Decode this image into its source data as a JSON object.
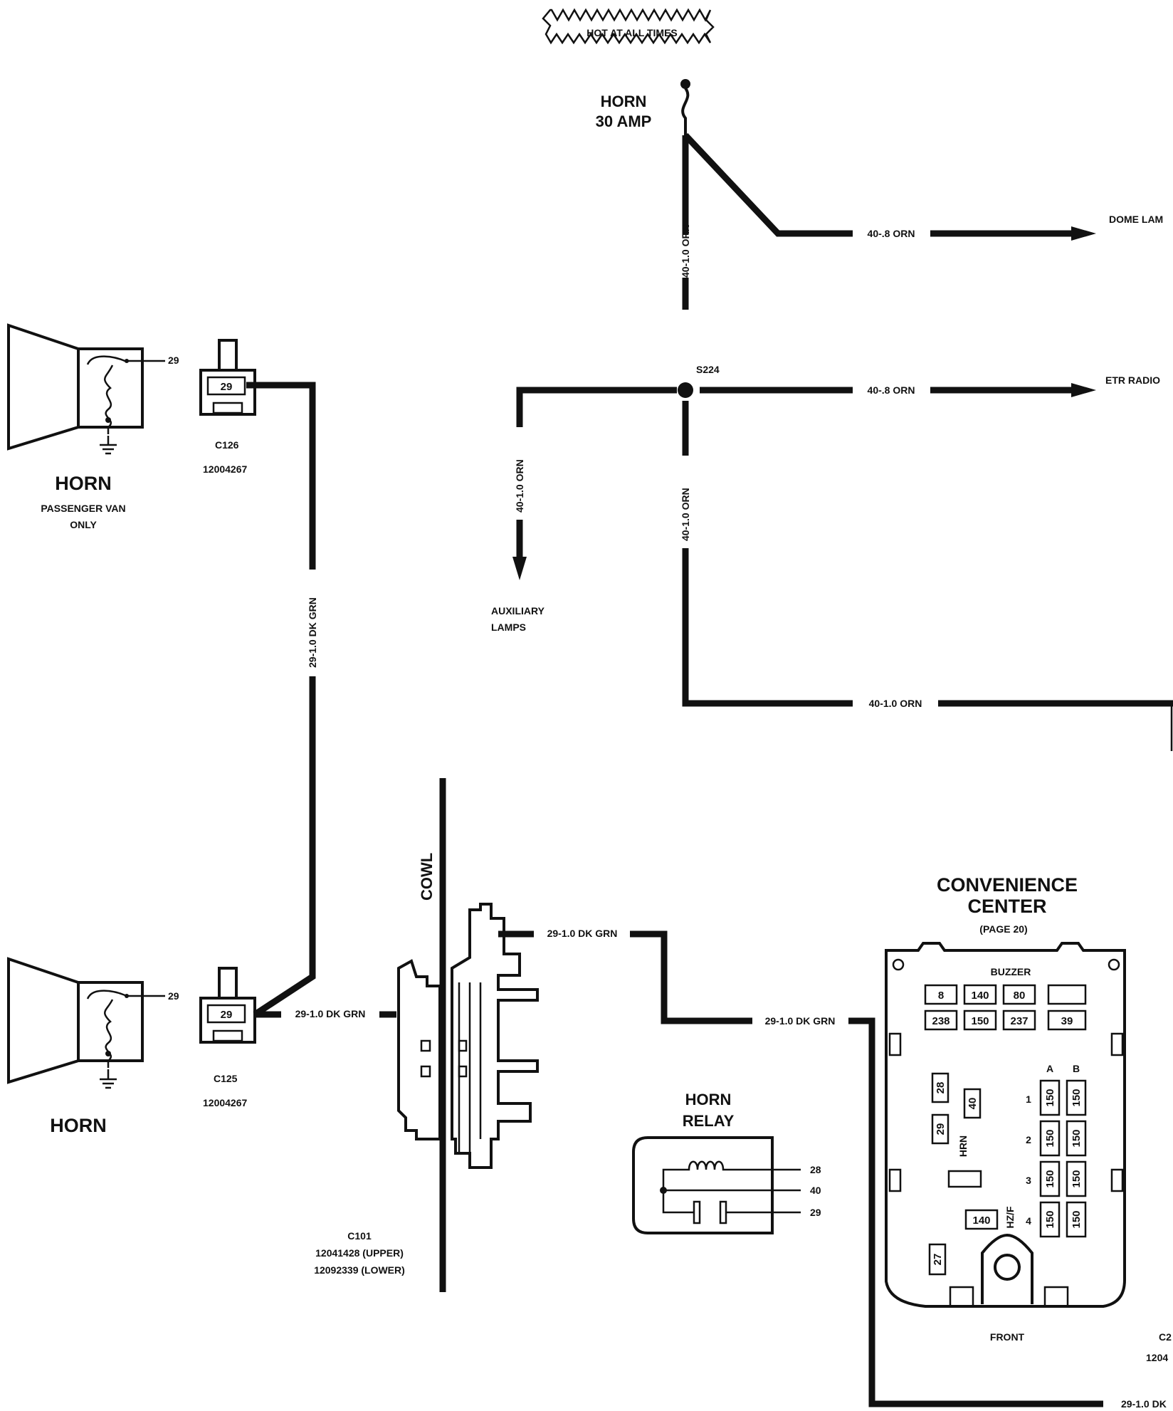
{
  "banner": "HOT AT ALL TIMES",
  "fuse": {
    "name": "HORN",
    "rating": "30 AMP"
  },
  "wires": {
    "w_40_08_dome": "40-.8 ORN",
    "w_40_10_vert_upper": "40-1.0 ORN",
    "w_40_08_radio": "40-.8 ORN",
    "w_40_10_aux": "40-1.0 ORN",
    "w_40_10_vert_lower": "40-1.0 ORN",
    "w_40_10_bottom": "40-1.0 ORN",
    "w_29_vertical": "29-1.0 DK GRN",
    "w_29_c125": "29-1.0 DK GRN",
    "w_29_c101": "29-1.0 DK GRN",
    "w_29_mid": "29-1.0 DK GRN",
    "w_29_bottom": "29-1.0 DK"
  },
  "destinations": {
    "dome": "DOME LAM",
    "radio": "ETR RADIO",
    "aux_line1": "AUXILIARY",
    "aux_line2": "LAMPS"
  },
  "splice": "S224",
  "horn_upper": {
    "title": "HORN",
    "note1": "PASSENGER VAN",
    "note2": "ONLY",
    "pin": "29"
  },
  "horn_lower": {
    "title": "HORN",
    "pin": "29"
  },
  "c126": {
    "name": "C126",
    "part": "12004267",
    "cavity": "29"
  },
  "c125": {
    "name": "C125",
    "part": "12004267",
    "cavity": "29"
  },
  "cowl": "COWL",
  "c101": {
    "name": "C101",
    "upper": "12041428 (UPPER)",
    "lower": "12092339 (LOWER)"
  },
  "relay": {
    "title1": "HORN",
    "title2": "RELAY",
    "pins": [
      "28",
      "40",
      "29"
    ]
  },
  "convenience": {
    "title1": "CONVENIENCE",
    "title2": "CENTER",
    "page": "(PAGE 20)",
    "buzzer": "BUZZER",
    "row1": [
      "8",
      "140",
      "80",
      ""
    ],
    "row2": [
      "238",
      "150",
      "237",
      "39"
    ],
    "left_fuses": [
      "28",
      "40",
      "29"
    ],
    "hrn": "HRN",
    "hzf": "HZ/F",
    "fuse_140": "140",
    "fuse_27": "27",
    "col_a": "A",
    "col_b": "B",
    "rows": [
      "1",
      "2",
      "3",
      "4"
    ],
    "block_value": "150",
    "front": "FRONT"
  },
  "partial_label_1": "C2",
  "partial_label_2": "1204"
}
